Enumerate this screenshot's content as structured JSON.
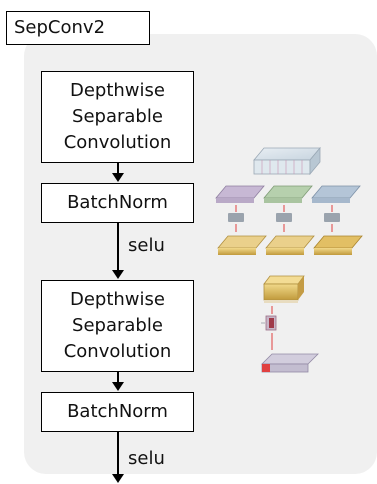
{
  "title": "SepConv2",
  "blocks": [
    {
      "lines": [
        "Depthwise",
        "Separable",
        "Convolution"
      ]
    },
    {
      "lines": [
        "BatchNorm"
      ]
    },
    {
      "lines": [
        "Depthwise",
        "Separable",
        "Convolution"
      ]
    },
    {
      "lines": [
        "BatchNorm"
      ]
    }
  ],
  "activations": [
    "selu",
    "selu"
  ],
  "colors": {
    "panel": "#f0f0f0",
    "stroke": "#000000",
    "input_slab": "#d9e3ea",
    "slab_purple": "#b9a9c7",
    "slab_green": "#a9c4a0",
    "slab_blue": "#a6b8cc",
    "slab_gold": "#d7b86a",
    "accent_red": "#e04040"
  }
}
